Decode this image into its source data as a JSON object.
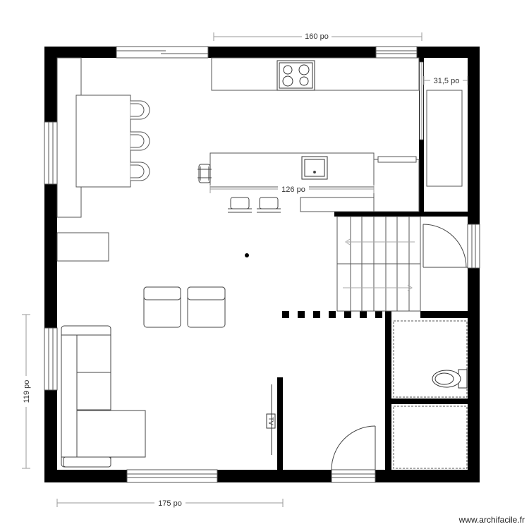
{
  "plan": {
    "dimensions": {
      "top": "160 po",
      "right_closet": "31,5 po",
      "island": "126 po",
      "left": "119 po",
      "bottom": "175 po"
    },
    "appliance_label": "TV"
  },
  "footer": {
    "credit": "www.archifacile.fr"
  },
  "colors": {
    "wall": "#000000",
    "line": "#444444",
    "dimension": "#9a9a9a",
    "text": "#333333"
  }
}
